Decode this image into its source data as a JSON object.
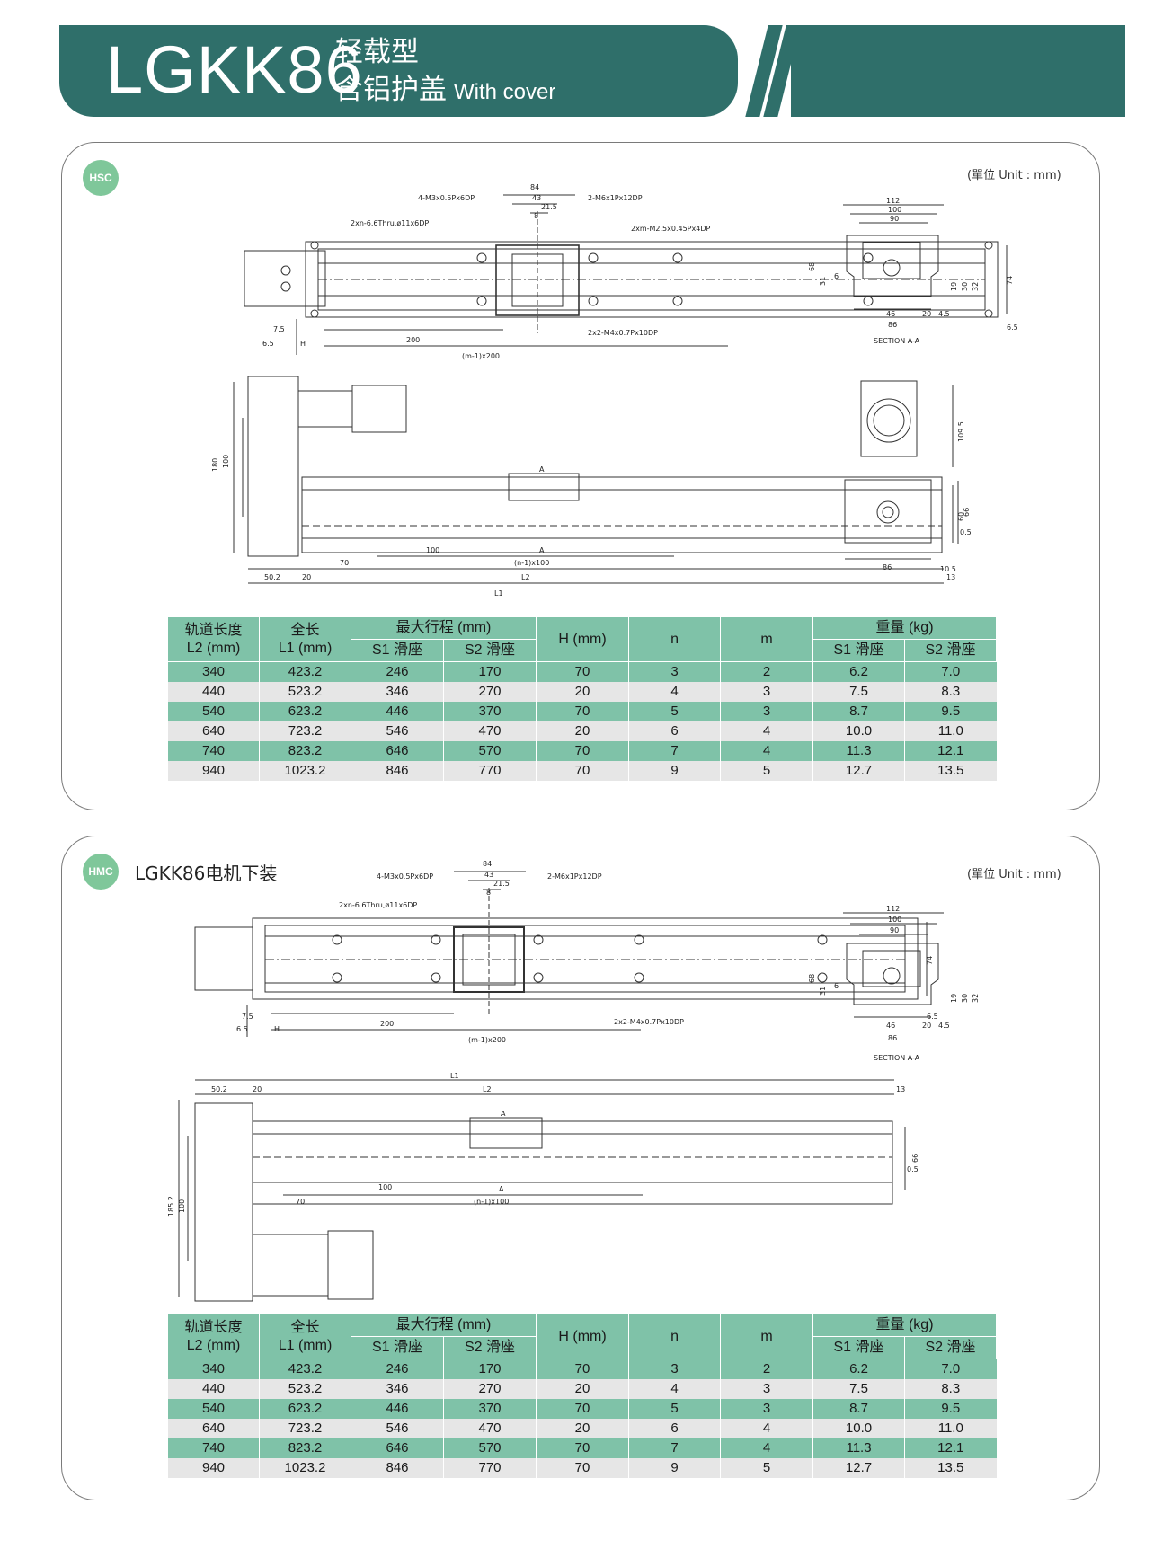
{
  "header": {
    "model": "LGKK86",
    "subtitle_line1": "轻载型",
    "subtitle_line2": "含铝护盖",
    "subtitle_en": "With cover",
    "color": "#2f6f6a"
  },
  "panel1": {
    "badge": "HSC",
    "unit": "(單位 Unit : mm)",
    "drawing": {
      "top": [
        "84",
        "43",
        "21.5",
        "8",
        "4-M3x0.5Px6DP",
        "2-M6x1Px12DP",
        "2xn-6.6Thru,ø11x6DP",
        "2xm-M2.5x0.45Px4DP",
        "74",
        "7.5",
        "6.5",
        "H",
        "200",
        "(m-1)x200",
        "2x2-M4x0.7Px10DP",
        "6.5"
      ],
      "section": [
        "112",
        "100",
        "90",
        "68",
        "31",
        "6",
        "19",
        "30",
        "32",
        "46",
        "20",
        "4.5",
        "86",
        "SECTION  A-A"
      ],
      "side": [
        "180",
        "100",
        "A",
        "66",
        "0.5",
        "100",
        "A",
        "70",
        "(n-1)x100",
        "50.2",
        "20",
        "L2",
        "13",
        "L1"
      ],
      "end": [
        "109.5",
        "60",
        "86",
        "10.5"
      ]
    }
  },
  "panel2": {
    "badge": "HMC",
    "title": "LGKK86电机下装",
    "unit": "(單位 Unit : mm)",
    "drawing": {
      "top": [
        "84",
        "43",
        "21.5",
        "8",
        "4-M3x0.5Px6DP",
        "2-M6x1Px12DP",
        "2xn-6.6Thru,ø11x6DP",
        "74",
        "7.5",
        "6.5",
        "H",
        "200",
        "(m-1)x200",
        "2x2-M4x0.7Px10DP",
        "6.5"
      ],
      "section": [
        "112",
        "100",
        "90",
        "68",
        "31",
        "6",
        "19",
        "30",
        "32",
        "46",
        "20",
        "4.5",
        "86",
        "SECTION  A-A"
      ],
      "side": [
        "L1",
        "50.2",
        "20",
        "L2",
        "13",
        "A",
        "66",
        "0.5",
        "185.2",
        "100",
        "100",
        "A",
        "70",
        "(n-1)x100"
      ]
    }
  },
  "table": {
    "headers": {
      "l2": "轨道长度",
      "l2_unit": "L2 (mm)",
      "l1": "全长",
      "l1_unit": "L1 (mm)",
      "stroke": "最大行程 (mm)",
      "s1": "S1 滑座",
      "s2": "S2 滑座",
      "h": "H (mm)",
      "n": "n",
      "m": "m",
      "weight": "重量 (kg)",
      "w1": "S1 滑座",
      "w2": "S2 滑座"
    },
    "rows": [
      [
        "340",
        "423.2",
        "246",
        "170",
        "70",
        "3",
        "2",
        "6.2",
        "7.0"
      ],
      [
        "440",
        "523.2",
        "346",
        "270",
        "20",
        "4",
        "3",
        "7.5",
        "8.3"
      ],
      [
        "540",
        "623.2",
        "446",
        "370",
        "70",
        "5",
        "3",
        "8.7",
        "9.5"
      ],
      [
        "640",
        "723.2",
        "546",
        "470",
        "20",
        "6",
        "4",
        "10.0",
        "11.0"
      ],
      [
        "740",
        "823.2",
        "646",
        "570",
        "70",
        "7",
        "4",
        "11.3",
        "12.1"
      ],
      [
        "940",
        "1023.2",
        "846",
        "770",
        "70",
        "9",
        "5",
        "12.7",
        "13.5"
      ]
    ],
    "row_colors": {
      "green": "#7fc2a8",
      "gray": "#e6e6e6"
    }
  }
}
